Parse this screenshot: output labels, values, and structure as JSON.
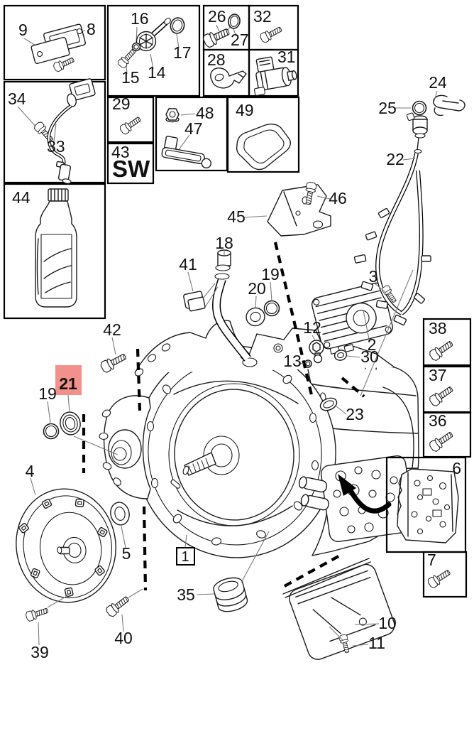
{
  "highlight": {
    "bg": "#F2918C",
    "fg": "#8B1A1A",
    "selected_part": "21"
  },
  "sw_code": "SW",
  "callouts": {
    "c1": {
      "label": "1",
      "type": "transmission-housing"
    },
    "c2": {
      "label": "2",
      "type": "oil-cooler"
    },
    "c3": {
      "label": "3",
      "type": "bolt"
    },
    "c4": {
      "label": "4",
      "type": "torque-converter"
    },
    "c5": {
      "label": "5",
      "type": "seal-ring"
    },
    "c6": {
      "label": "6",
      "type": "valve-body"
    },
    "c7": {
      "label": "7",
      "type": "bolt"
    },
    "c8": {
      "label": "8",
      "type": "bracket"
    },
    "c9": {
      "label": "9",
      "type": "bolt"
    },
    "c10": {
      "label": "10",
      "type": "oil-pan"
    },
    "c11": {
      "label": "11",
      "type": "screw"
    },
    "c12": {
      "label": "12",
      "type": "plug"
    },
    "c13": {
      "label": "13",
      "type": "o-ring"
    },
    "c14": {
      "label": "14",
      "type": "plug"
    },
    "c15": {
      "label": "15",
      "type": "bolt"
    },
    "c16": {
      "label": "16",
      "type": "o-ring"
    },
    "c17": {
      "label": "17",
      "type": "seal-ring"
    },
    "c18": {
      "label": "18",
      "type": "filler-pipe"
    },
    "c19a": {
      "label": "19",
      "type": "o-ring"
    },
    "c19b": {
      "label": "19",
      "type": "o-ring"
    },
    "c20": {
      "label": "20",
      "type": "seal-ring"
    },
    "c21": {
      "label": "21",
      "type": "seal-ring"
    },
    "c22": {
      "label": "22",
      "type": "wiring-harness"
    },
    "c23": {
      "label": "23",
      "type": "seal-ring"
    },
    "c24": {
      "label": "24",
      "type": "clip"
    },
    "c25": {
      "label": "25",
      "type": "o-ring"
    },
    "c26": {
      "label": "26",
      "type": "plug-bolt"
    },
    "c27": {
      "label": "27",
      "type": "seal-ring"
    },
    "c28": {
      "label": "28",
      "type": "bracket"
    },
    "c29": {
      "label": "29",
      "type": "bolt"
    },
    "c30": {
      "label": "30",
      "type": "seal-ring"
    },
    "c31": {
      "label": "31",
      "type": "solenoid"
    },
    "c32": {
      "label": "32",
      "type": "bolt"
    },
    "c33": {
      "label": "33",
      "type": "speed-sensor"
    },
    "c34": {
      "label": "34",
      "type": "bolt"
    },
    "c35": {
      "label": "35",
      "type": "cap-plug"
    },
    "c36": {
      "label": "36",
      "type": "bolt"
    },
    "c37": {
      "label": "37",
      "type": "bolt"
    },
    "c38": {
      "label": "38",
      "type": "bolt"
    },
    "c39": {
      "label": "39",
      "type": "bolt"
    },
    "c40": {
      "label": "40",
      "type": "bolt"
    },
    "c41": {
      "label": "41",
      "type": "clip"
    },
    "c42": {
      "label": "42",
      "type": "bolt"
    },
    "c43": {
      "label": "43",
      "type": "software-marking"
    },
    "c44": {
      "label": "44",
      "type": "oil-bottle"
    },
    "c45": {
      "label": "45",
      "type": "bracket"
    },
    "c46": {
      "label": "46",
      "type": "bolt"
    },
    "c47": {
      "label": "47",
      "type": "bracket"
    },
    "c48": {
      "label": "48",
      "type": "nut"
    },
    "c49": {
      "label": "49",
      "type": "gasket"
    }
  }
}
